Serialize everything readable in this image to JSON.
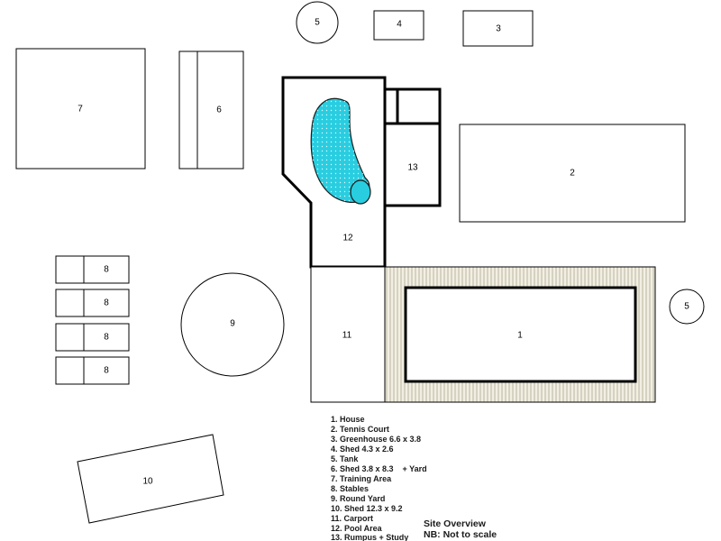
{
  "colors": {
    "pool": "#29cde0",
    "pool_outline": "#1a1a1a",
    "court_surround": "#f2efe2",
    "court_stripe": "#b9b5a3"
  },
  "labels": {
    "house": "1",
    "tennis_court": "2",
    "greenhouse": "3",
    "shed_small": "4",
    "tank": "5",
    "shed_yard": "6",
    "training_area": "7",
    "stables": "8",
    "round_yard": "9",
    "shed_large": "10",
    "carport": "11",
    "pool_area": "12",
    "rumpus_study": "13"
  },
  "legend": {
    "items": [
      "1. House",
      "2. Tennis Court",
      "3. Greenhouse 6.6 x 3.8",
      "4. Shed 4.3 x 2.6",
      "5. Tank",
      "6. Shed 3.8 x 8.3    + Yard",
      "7. Training Area",
      "8. Stables",
      "9. Round Yard",
      "10. Shed 12.3 x 9.2",
      "11. Carport",
      "12. Pool Area",
      "13. Rumpus + Study"
    ],
    "title": "Site Overview",
    "note": "NB: Not to scale"
  }
}
